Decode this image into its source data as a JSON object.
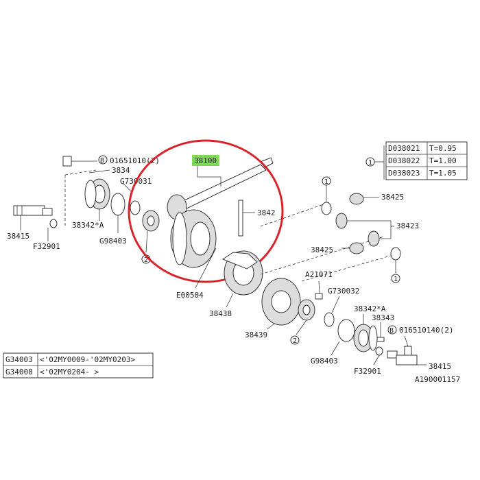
{
  "callouts": {
    "p38100": "38100",
    "p3842": "3842",
    "p38425_top": "38425",
    "p38423": "38423",
    "p38425_mid": "38425",
    "p38343_l": "3834",
    "p38342a_l": "38342*A",
    "p38415_l": "38415",
    "pF32901_l": "F32901",
    "pG98403_l": "G98403",
    "pG730031": "G730031",
    "pE00504": "E00504",
    "p38438": "38438",
    "p38439": "38439",
    "pA21071": "A21071",
    "pG730032": "G730032",
    "p38342a_r": "38342*A",
    "p38343_r": "38343",
    "pG98403_r": "G98403",
    "pF32901_r": "F32901",
    "p38415_r": "38415",
    "bolt_l_code": "01651010(2)",
    "bolt_r_code": "016510140(2)",
    "bolt_marker": "B",
    "circle_1": "1",
    "circle_2": "2",
    "figure_id": "A190001157"
  },
  "shim_table": {
    "marker": "1",
    "rows": [
      {
        "part": "D038021",
        "value": "T=0.95"
      },
      {
        "part": "D038022",
        "value": "T=1.00"
      },
      {
        "part": "D038023",
        "value": "T=1.05"
      }
    ]
  },
  "model_table": {
    "rows": [
      {
        "part": "G34003",
        "range": "<'02MY0009-'02MY0203>"
      },
      {
        "part": "G34008",
        "range": "<'02MY0204-        >"
      }
    ]
  },
  "colors": {
    "highlight": "#7ed957",
    "circle": "#d8232a",
    "ink": "#333333"
  }
}
